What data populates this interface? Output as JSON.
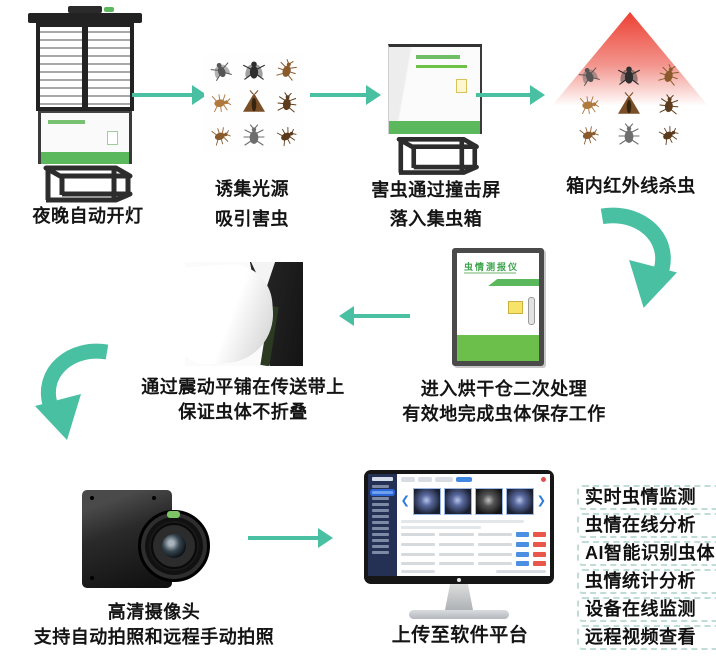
{
  "palette": {
    "accent_teal": "#49c0a2",
    "device_green": "#5cb85c",
    "infrared_red": "#ed4033",
    "text_dark": "#141414",
    "dashed_border": "#bfdcd6",
    "screen_btn_blue": "#4a8fe2",
    "screen_btn_red": "#e8574a"
  },
  "flow": {
    "device_name": "虫情测报仪",
    "steps": [
      {
        "id": "night-light",
        "caption": [
          "夜晚自动开灯"
        ]
      },
      {
        "id": "lure-light",
        "caption": [
          "诱集光源",
          "吸引害虫"
        ]
      },
      {
        "id": "impact-screen",
        "caption": [
          "害虫通过撞击屏",
          "落入集虫箱"
        ]
      },
      {
        "id": "infrared-kill",
        "caption": [
          "箱内红外线杀虫"
        ]
      },
      {
        "id": "drying-chamber",
        "caption": [
          "进入烘干仓二次处理",
          "有效地完成虫体保存工作"
        ]
      },
      {
        "id": "conveyor",
        "caption": [
          "通过震动平铺在传送带上",
          "保证虫体不折叠"
        ]
      },
      {
        "id": "camera",
        "caption": [
          "高清摄像头",
          "支持自动拍照和远程手动拍照"
        ]
      },
      {
        "id": "platform",
        "caption": [
          "上传至软件平台"
        ]
      }
    ],
    "features": [
      "实时虫情监测",
      "虫情在线分析",
      "AI智能识别虫体",
      "虫情统计分析",
      "设备在线监测",
      "远程视频查看"
    ]
  }
}
